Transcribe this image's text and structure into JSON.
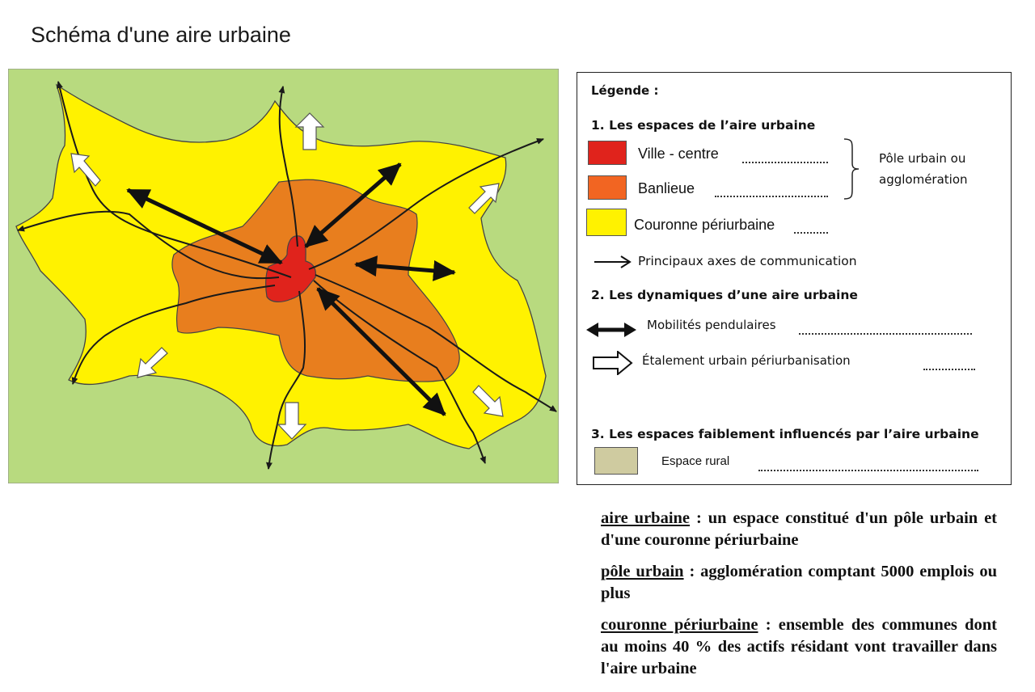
{
  "title": "Schéma d'une aire urbaine",
  "legend": {
    "heading": "Légende :",
    "section1": "1.   Les espaces de l’aire urbaine",
    "ville_centre": "Ville - centre",
    "banlieue": "Banlieue",
    "couronne": "Couronne périurbaine",
    "pole_label_1": "Pôle urbain ou",
    "pole_label_2": "agglomération",
    "axes": "Principaux axes de communication",
    "section2": "2. Les dynamiques d’une aire urbaine",
    "mobilites": "Mobilités pendulaires",
    "etalement": "Étalement urbain périurbanisation",
    "section3": "3. Les espaces faiblement influencés par l’aire urbaine",
    "espace_rural": "Espace rural"
  },
  "definitions": [
    {
      "term": "aire urbaine",
      "text": " : un espace constitué d'un pôle urbain et d'une couronne périurbaine"
    },
    {
      "term": "pôle urbain",
      "text": " : agglomération comptant 5000 emplois ou plus"
    },
    {
      "term": "couronne périurbaine",
      "text": " : ensemble des communes dont au moins 40 % des actifs résidant vont travailler dans l'aire urbaine"
    }
  ],
  "colors": {
    "rural": "#b8da7f",
    "couronne": "#fff200",
    "banlieue": "#e87e1e",
    "ville_centre": "#e0231c",
    "espace_rural_swatch": "#cfcba0"
  }
}
